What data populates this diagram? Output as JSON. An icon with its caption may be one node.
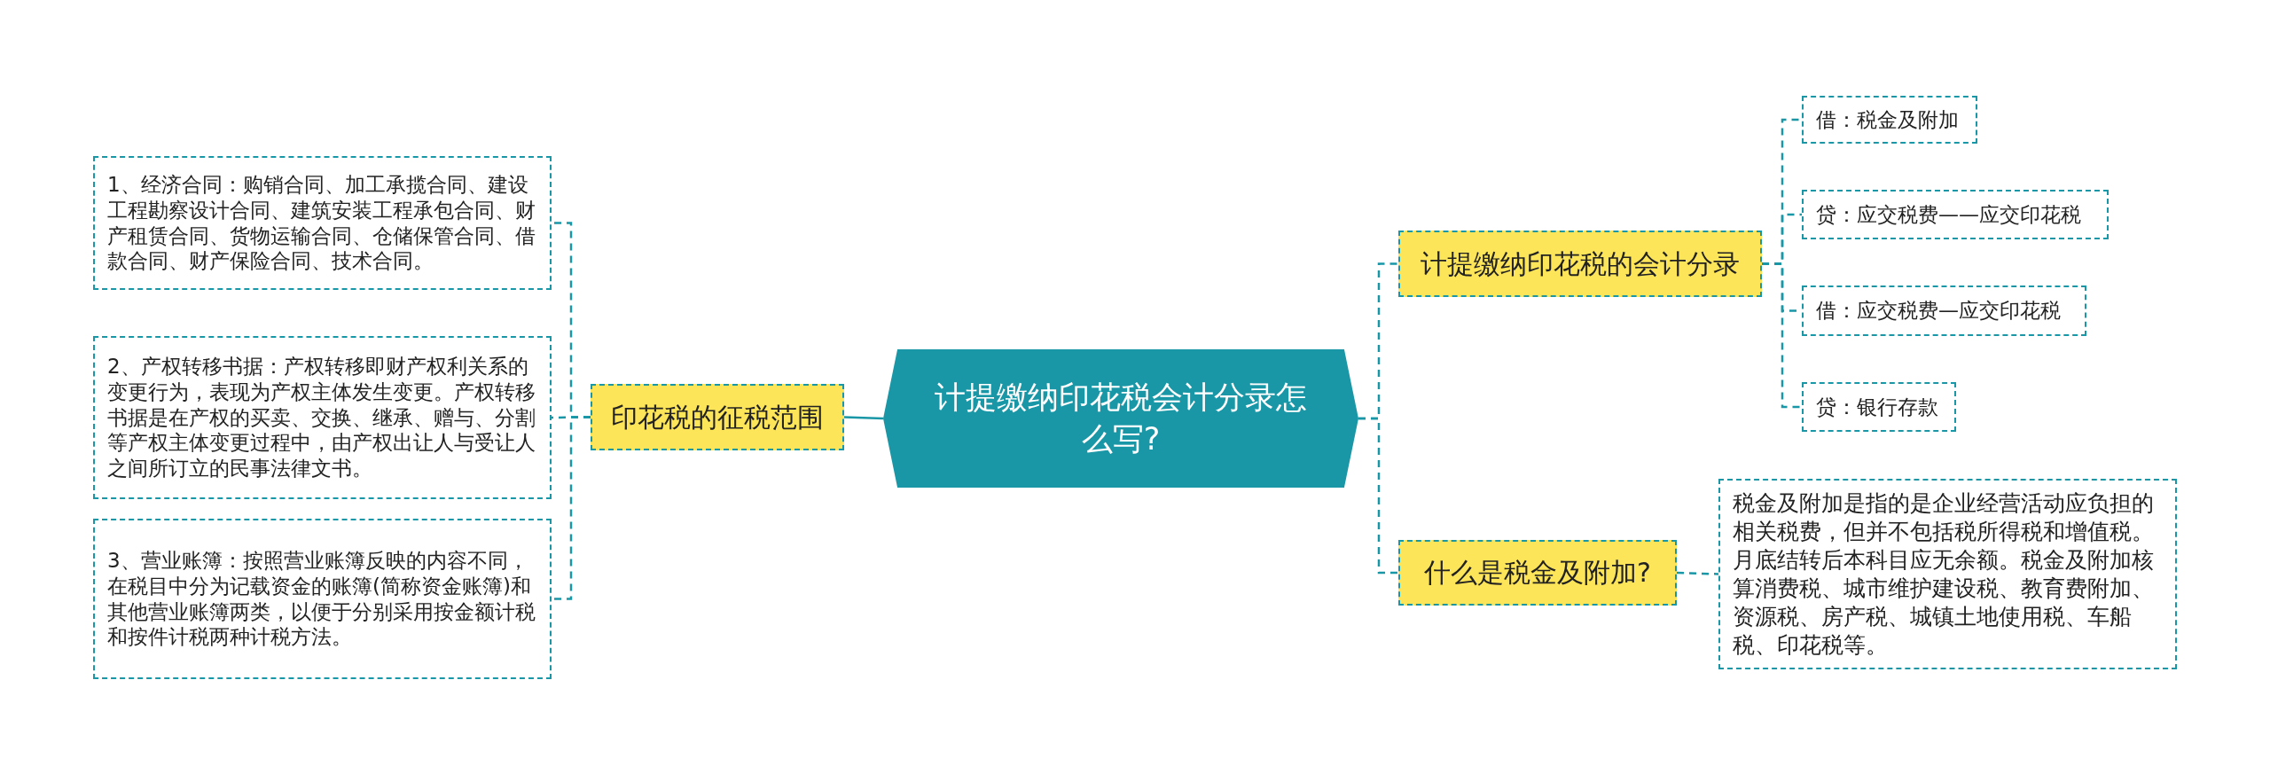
{
  "diagram": {
    "nodes": [
      {
        "text": [
          "计提缴纳印花税会计分录怎么写?"
        ]
      },
      {
        "text": [
          "印花税的征税范围"
        ]
      },
      {
        "text": [
          "1、经济合同：购销合同、加工承揽合同、建设工程勘察设计合同、建筑安装工程承包合同、财产租赁合同、货物运输合同、仓储保管合同、借款合同、财产保险合同、技术合同。"
        ]
      },
      {
        "text": [
          "2、产权转移书据：产权转移即财产权利关系的变更行为，表现为产权主体发生变更。产权转移书据是在产权的买卖、交换、继承、赠与、分割等产权主体变更过程中，由产权出让人与受让人之间所订立的民事法律文书。"
        ]
      },
      {
        "text": [
          "3、营业账簿：按照营业账簿反映的内容不同，在税目中分为记载资金的账簿(简称资金账簿)和其他营业账簿两类，以便于分别采用按金额计税和按件计税两种计税方法。"
        ]
      },
      {
        "text": [
          "计提缴纳印花税的会计分录"
        ]
      },
      {
        "text": [
          "借：税金及附加"
        ]
      },
      {
        "text": [
          "贷：应交税费——应交印花税"
        ]
      },
      {
        "text": [
          "借：应交税费—应交印花税"
        ]
      },
      {
        "text": [
          "贷：银行存款"
        ]
      },
      {
        "text": [
          "什么是税金及附加?"
        ]
      },
      {
        "text": [
          "税金及附加是指的是企业经营活动应负担的相关税费，但并不包括税所得税和增值税。月底结转后本科目应无余额。税金及附加核算消费税、城市维护建设税、教育费附加、资源税、房产税、城镇土地使用税、车船税、印花税等。"
        ]
      }
    ],
    "edges": [
      {
        "from": 0,
        "to": 1,
        "arrow": "none"
      },
      {
        "from": 1,
        "to": 2,
        "arrow": "none",
        "style": "dashed"
      },
      {
        "from": 1,
        "to": 3,
        "arrow": "none",
        "style": "dashed"
      },
      {
        "from": 1,
        "to": 4,
        "arrow": "none",
        "style": "dashed"
      },
      {
        "from": 0,
        "to": 5,
        "arrow": "none",
        "style": "dashed"
      },
      {
        "from": 5,
        "to": 6,
        "arrow": "none",
        "style": "dashed"
      },
      {
        "from": 5,
        "to": 7,
        "arrow": "none",
        "style": "dashed"
      },
      {
        "from": 5,
        "to": 8,
        "arrow": "none",
        "style": "dashed"
      },
      {
        "from": 5,
        "to": 9,
        "arrow": "none",
        "style": "dashed"
      },
      {
        "from": 0,
        "to": 10,
        "arrow": "none",
        "style": "dashed"
      },
      {
        "from": 10,
        "to": 11,
        "arrow": "none",
        "style": "dashed"
      }
    ]
  }
}
